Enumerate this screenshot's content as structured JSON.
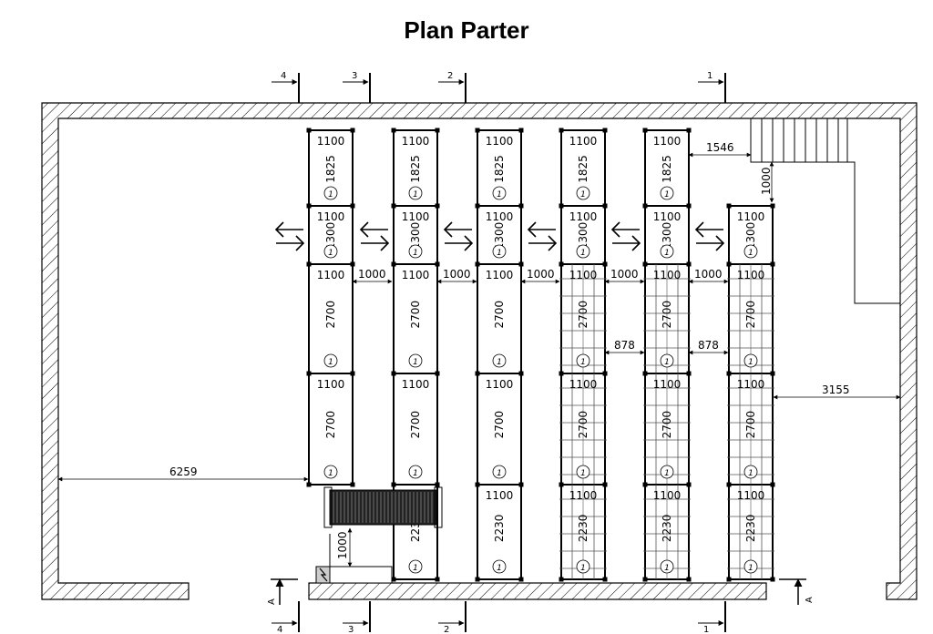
{
  "title": "Plan Parter",
  "section_lines_top": [
    "4",
    "3",
    "2",
    "1"
  ],
  "section_lines_bottom": [
    "4",
    "3",
    "2",
    "1"
  ],
  "section_side_left": "A",
  "section_side_right": "A",
  "rack_label": "1",
  "columns": [
    {
      "id": "c1",
      "modules": [
        {
          "w": "1100",
          "h": "1825"
        },
        {
          "w": "1100",
          "h": "1300"
        },
        {
          "w": "1100",
          "h": "2700"
        },
        {
          "w": "1100",
          "h": "2700"
        }
      ]
    },
    {
      "id": "c2",
      "modules": [
        {
          "w": "1100",
          "h": "1825"
        },
        {
          "w": "1100",
          "h": "1300"
        },
        {
          "w": "1100",
          "h": "2700"
        },
        {
          "w": "1100",
          "h": "2700"
        },
        {
          "w": "",
          "h": "2230"
        }
      ]
    },
    {
      "id": "c3",
      "modules": [
        {
          "w": "1100",
          "h": "1825"
        },
        {
          "w": "1100",
          "h": "1300"
        },
        {
          "w": "1100",
          "h": "2700"
        },
        {
          "w": "1100",
          "h": "2700"
        },
        {
          "w": "1100",
          "h": "2230"
        }
      ]
    },
    {
      "id": "c4",
      "modules": [
        {
          "w": "1100",
          "h": "1825"
        },
        {
          "w": "1100",
          "h": "1300"
        },
        {
          "w": "1100",
          "h": "2700"
        },
        {
          "w": "1100",
          "h": "2700"
        },
        {
          "w": "1100",
          "h": "2230"
        }
      ]
    },
    {
      "id": "c5",
      "modules": [
        {
          "w": "1100",
          "h": "1825"
        },
        {
          "w": "1100",
          "h": "1300"
        },
        {
          "w": "1100",
          "h": "2700"
        },
        {
          "w": "1100",
          "h": "2700"
        },
        {
          "w": "1100",
          "h": "2230"
        }
      ]
    },
    {
      "id": "c6",
      "modules": [
        {
          "w": "1100",
          "h": "1300"
        },
        {
          "w": "1100",
          "h": "2700"
        },
        {
          "w": "1100",
          "h": "2700"
        },
        {
          "w": "1100",
          "h": "2230"
        }
      ]
    }
  ],
  "dimensions": {
    "aisle_1": "1000",
    "aisle_2": "1000",
    "aisle_3": "1000",
    "aisle_4": "1000",
    "aisle_5": "1000",
    "gap_45": "878",
    "gap_56": "878",
    "stair_offset": "1546",
    "stair_height": "1000",
    "right_clearance": "3155",
    "left_clearance": "6259",
    "conveyor_height": "1000"
  }
}
